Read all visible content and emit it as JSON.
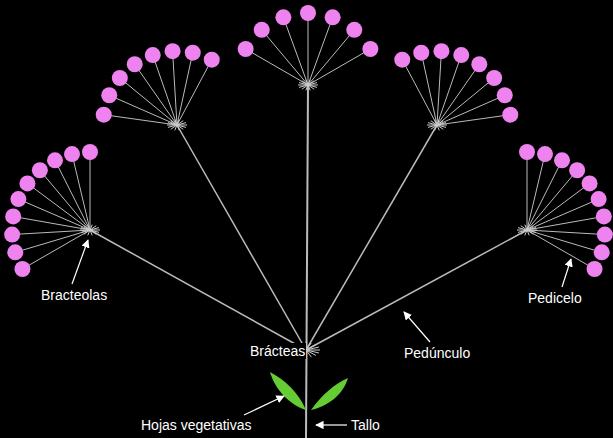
{
  "diagram": {
    "labels": [
      "Bracteolas",
      "Pedicelo",
      "Brácteas",
      "Pedúnculo",
      "Hojas vegetativas",
      "Tallo"
    ]
  }
}
